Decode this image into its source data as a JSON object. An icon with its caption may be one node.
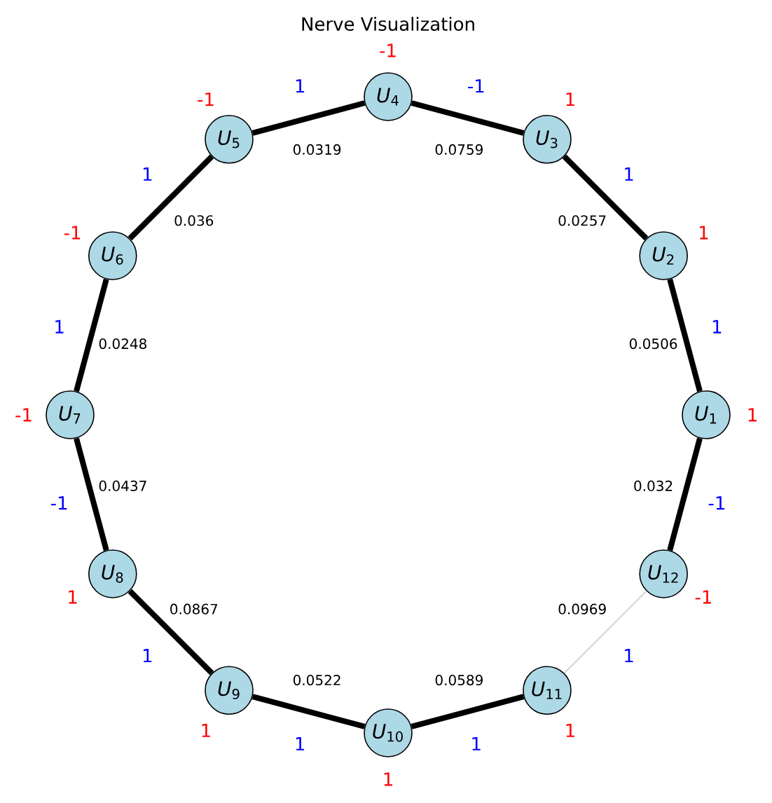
{
  "diagram": {
    "title": "Nerve Visualization",
    "nodes": [
      {
        "text": [
          "*U*$_{1}$"
        ],
        "beside": [
          "1"
        ]
      },
      {
        "text": [
          "*U*$_{2}$"
        ],
        "beside": [
          "1"
        ]
      },
      {
        "text": [
          "*U*$_{3}$"
        ],
        "beside": [
          "1"
        ]
      },
      {
        "text": [
          "*U*$_{4}$"
        ],
        "beside": [
          "-1"
        ]
      },
      {
        "text": [
          "*U*$_{5}$"
        ],
        "beside": [
          "-1"
        ]
      },
      {
        "text": [
          "*U*$_{6}$"
        ],
        "beside": [
          "-1"
        ]
      },
      {
        "text": [
          "*U*$_{7}$"
        ],
        "beside": [
          "-1"
        ]
      },
      {
        "text": [
          "*U*$_{8}$"
        ],
        "beside": [
          "1"
        ]
      },
      {
        "text": [
          "*U*$_{9}$"
        ],
        "beside": [
          "1"
        ]
      },
      {
        "text": [
          "*U*$_{10}$"
        ],
        "beside": [
          "1"
        ]
      },
      {
        "text": [
          "*U*$_{11}$"
        ],
        "beside": [
          "1"
        ]
      },
      {
        "text": [
          "*U*$_{12}$"
        ],
        "beside": [
          "-1"
        ]
      }
    ],
    "edges": [
      {
        "from": 0,
        "to": 1,
        "arrow": "none",
        "label": "0.0506"
      },
      {
        "from": 1,
        "to": 2,
        "arrow": "none",
        "label": "0.0257"
      },
      {
        "from": 2,
        "to": 3,
        "arrow": "none",
        "label": "0.0759"
      },
      {
        "from": 3,
        "to": 4,
        "arrow": "none",
        "label": "0.0319"
      },
      {
        "from": 4,
        "to": 5,
        "arrow": "none",
        "label": "0.036"
      },
      {
        "from": 5,
        "to": 6,
        "arrow": "none",
        "label": "0.0248"
      },
      {
        "from": 6,
        "to": 7,
        "arrow": "none",
        "label": "0.0437"
      },
      {
        "from": 7,
        "to": 8,
        "arrow": "none",
        "label": "0.0867"
      },
      {
        "from": 8,
        "to": 9,
        "arrow": "none",
        "label": "0.0522"
      },
      {
        "from": 9,
        "to": 10,
        "arrow": "none",
        "label": "0.0589"
      },
      {
        "from": 10,
        "to": 11,
        "arrow": "none",
        "label": "0.0969",
        "color": "#d3d3d3"
      },
      {
        "from": 11,
        "to": 0,
        "arrow": "none",
        "label": "0.032"
      }
    ],
    "labels": [
      "1",
      "1",
      "-1",
      "1",
      "1",
      "1",
      "-1",
      "1",
      "1",
      "1",
      "1",
      "-1"
    ]
  }
}
